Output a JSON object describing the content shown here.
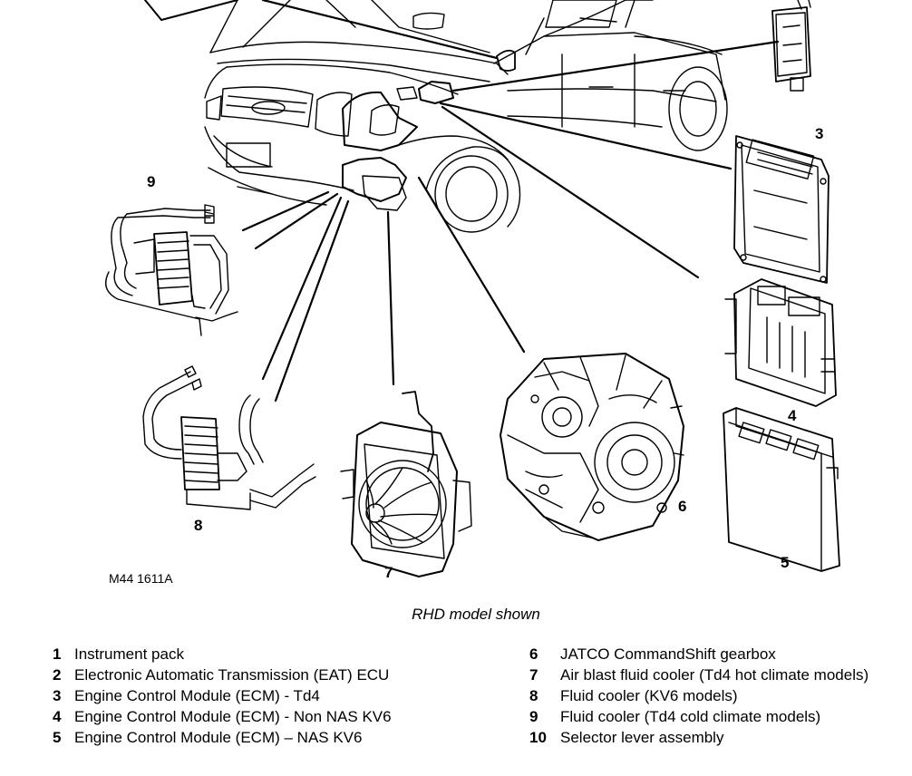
{
  "callouts": [
    "3",
    "9",
    "4",
    "6",
    "5",
    "8",
    "7"
  ],
  "drawing_code": "M44 1611A",
  "caption": "RHD model shown",
  "legend": [
    {
      "num": "1",
      "text": "Instrument pack"
    },
    {
      "num": "2",
      "text": "Electronic Automatic Transmission (EAT) ECU"
    },
    {
      "num": "3",
      "text": "Engine Control Module (ECM) - Td4"
    },
    {
      "num": "4",
      "text": "Engine Control Module (ECM) - Non NAS KV6"
    },
    {
      "num": "5",
      "text": "Engine Control Module (ECM) – NAS KV6"
    },
    {
      "num": "6",
      "text": "JATCO CommandShift gearbox"
    },
    {
      "num": "7",
      "text": "Air blast fluid cooler (Td4 hot climate models)"
    },
    {
      "num": "8",
      "text": "Fluid cooler (KV6 models)"
    },
    {
      "num": "9",
      "text": "Fluid cooler (Td4 cold climate models)"
    },
    {
      "num": "10",
      "text": "Selector lever assembly"
    }
  ]
}
